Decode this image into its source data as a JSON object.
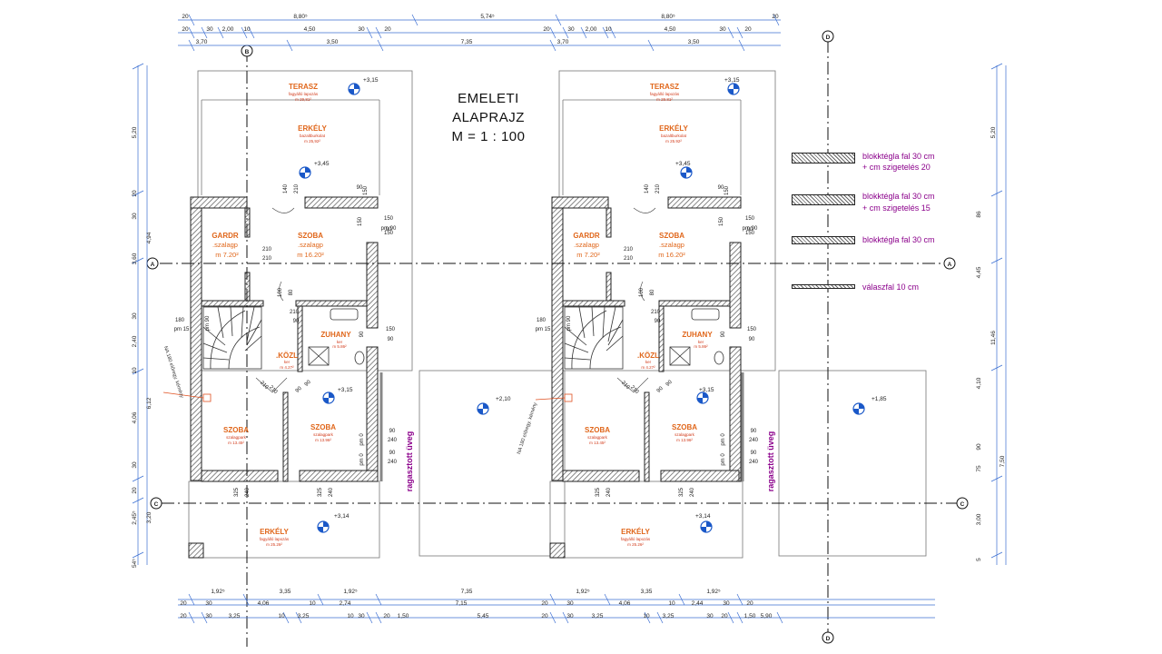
{
  "title": {
    "line1": "EMELETI",
    "line2": "ALAPRAJZ",
    "line3": "M = 1 : 100"
  },
  "legend": [
    {
      "line1": "blokktégla fal 30 cm",
      "line2": "+ cm szigetelés 20"
    },
    {
      "line1": "blokktégla fal 30 cm",
      "line2": "+ cm szigetelés 15"
    },
    {
      "line1": "blokktégla fal 30 cm",
      "line2": ""
    },
    {
      "line1": "válaszfal 10 cm",
      "line2": ""
    }
  ],
  "grid_labels": {
    "b": "B",
    "a": "A",
    "c": "C",
    "d": "D"
  },
  "left_unit": {
    "terrace": {
      "name": "TERASZ",
      "sub": "fagyálló lapozás",
      "area": "m 29,81²",
      "level": "+3,15"
    },
    "upper_balcony": {
      "name": "ERKÉLY",
      "sub": "bazaltburkolat",
      "area": "m 25,92²",
      "level": "+3,45"
    },
    "gardr": {
      "name": "GARDR",
      "sub": ".szalagp",
      "area": "m 7.20²"
    },
    "szoba_top": {
      "name": "SZOBA",
      "sub": ".szalagp",
      "area": "m 16.20²"
    },
    "kozl": {
      "name": ".KÖZL",
      "sub": "ker",
      "area": "m 4.27²"
    },
    "zuhany": {
      "name": "ZUHANY",
      "sub": "ker",
      "area": "m 5.86²"
    },
    "szoba_bl": {
      "name": "SZOBA",
      "sub": "szalagpark",
      "area": "m 13.45²"
    },
    "szoba_br": {
      "name": "SZOBA",
      "sub": "szalagpark",
      "area": "m 13.96²"
    },
    "lower_balcony": {
      "name": "ERKÉLY",
      "sub": "fagyálló lapozás",
      "area": "m 25.26²",
      "level": "+3,14"
    },
    "chimney": "NA 180 előregy. kémény",
    "level_mid": "+3,15",
    "glass": "ragasztott üveg"
  },
  "right_unit": {
    "terrace": {
      "name": "TERASZ",
      "sub": "fagyálló lapozás",
      "area": "m 29.81²",
      "level": "+3,15"
    },
    "upper_balcony": {
      "name": "ERKÉLY",
      "sub": "bazaltburkolat",
      "area": "m 25.92²",
      "level": "+3,45"
    },
    "gardr": {
      "name": "GARDR",
      "sub": ".szalagp",
      "area": "m 7.20²"
    },
    "szoba_top": {
      "name": "SZOBA",
      "sub": ".szalagp",
      "area": "m 16.20²"
    },
    "kozl": {
      "name": ".KÖZL",
      "sub": "ker",
      "area": "m 4.27²"
    },
    "zuhany": {
      "name": "ZUHANY",
      "sub": "ker",
      "area": "m 5.86²"
    },
    "szoba_bl": {
      "name": "SZOBA",
      "sub": "szalagpark",
      "area": "m 13.45²"
    },
    "szoba_br": {
      "name": "SZOBA",
      "sub": "szalagpark",
      "area": "m 13.96²"
    },
    "lower_balcony": {
      "name": "ERKÉLY",
      "sub": "fagyálló lapozás",
      "area": "m 25.26²",
      "level": "+3,14"
    },
    "chimney": "NA 180 előregy. kémény",
    "level_mid": "+3,15",
    "glass": "ragasztott üveg"
  },
  "center_level": "+2,10",
  "right_level": "+1,85",
  "dims": {
    "top1": [
      "20",
      "8,80⁵",
      "5,74⁵",
      "8,80⁵",
      "20"
    ],
    "top2": [
      "20",
      "30",
      "2,00",
      "10",
      "4,50",
      "30",
      "20",
      "20",
      "30",
      "2,00",
      "10",
      "4,50",
      "30",
      "20"
    ],
    "top3": [
      "3,70",
      "3,50",
      "7,35",
      "3,70",
      "3,50"
    ],
    "bot1": [
      "1,92⁵",
      "3,35",
      "1,92⁵",
      "7,35",
      "1,92⁵",
      "3,35",
      "1,92⁵"
    ],
    "bot2": [
      "20",
      "30",
      "4,06",
      "10",
      "2,74",
      "7,15",
      "20",
      "30",
      "4,06",
      "10",
      "2,44",
      "30",
      "20"
    ],
    "bot3": [
      "20",
      "30",
      "3,25",
      "10",
      "3,25",
      "10",
      "30",
      "20",
      "1,50",
      "5,45",
      "20",
      "30",
      "3,25",
      "10",
      "3,25",
      "30",
      "20",
      "1,50",
      "5,90"
    ],
    "left1": [
      "5,20",
      "20",
      "30",
      "4,94",
      "3,60",
      "30",
      "2,40",
      "10",
      "4,06",
      "6,12",
      "30",
      "20",
      "2,45⁵",
      "3,20",
      "54⁵"
    ],
    "right1": [
      "5,20",
      "86",
      "4,45",
      "11,46",
      "4,10",
      "90",
      "75",
      "7,50",
      "3,00",
      "5"
    ],
    "interior": [
      "140",
      "210",
      "90",
      "150",
      "150",
      "pm 90",
      "150",
      "150",
      "90",
      "210",
      "100",
      "210",
      "80",
      "210",
      "90",
      "180",
      "pm 15",
      "pm 90",
      "90",
      "150",
      "90",
      "210",
      "210",
      "90",
      "90",
      "pm 0",
      "90",
      "240",
      "pm 0",
      "90",
      "240",
      "325",
      "240",
      "325",
      "240"
    ]
  }
}
